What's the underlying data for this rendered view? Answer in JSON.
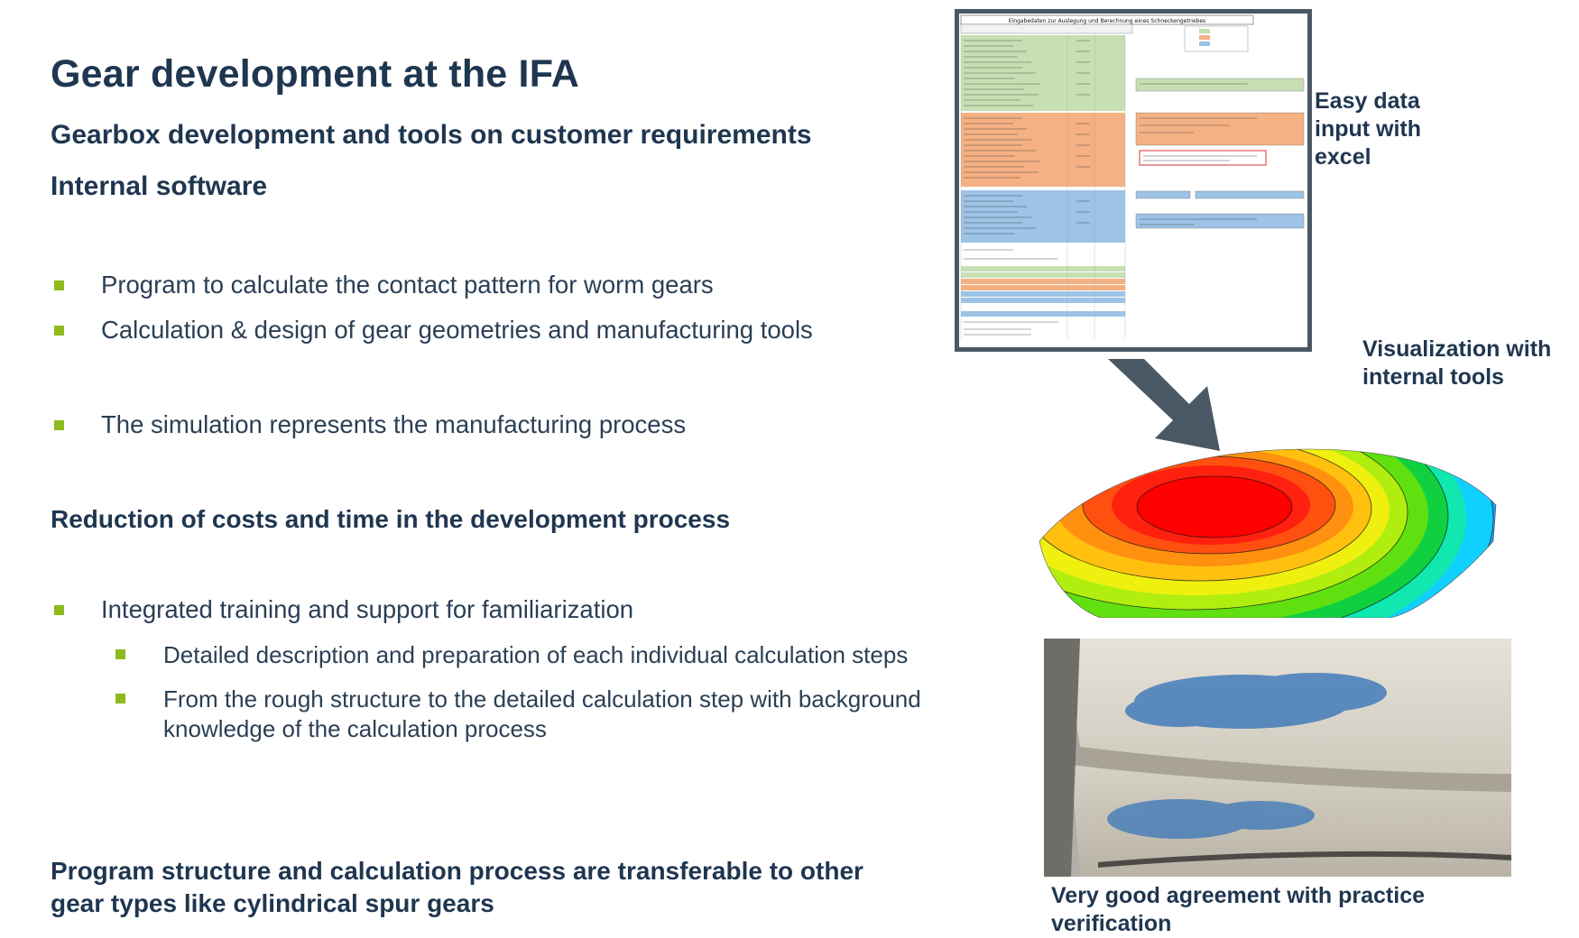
{
  "slide": {
    "title": "Gear development at the IFA",
    "subtitle1": "Gearbox development and tools on customer requirements",
    "subtitle2": "Internal software",
    "bullets_top": [
      "Program to calculate the contact pattern for worm gears",
      "Calculation & design of gear geometries and manufacturing tools",
      "The simulation represents the manufacturing process"
    ],
    "heading_reduction": "Reduction of costs and time in the development process",
    "bullet_training": "Integrated training and support for familiarization",
    "sub_bullets": [
      "Detailed description and preparation of each individual calculation steps",
      "From the rough structure to the detailed calculation step with background knowledge of the calculation process"
    ],
    "closing_line1": "Program structure and calculation process are transferable to other",
    "closing_line2": "gear types like cylindrical spur gears"
  },
  "figures": {
    "excel_caption_lines": [
      "Easy data",
      "input with",
      "excel"
    ],
    "visualization_caption_lines": [
      "Visualization with",
      "internal tools"
    ],
    "practice_caption_lines": [
      "Very good agreement with practice",
      "verification"
    ],
    "sheet_header": "Eingabedaten zur Auslegung und Berechnung eines Schneckengetriebes",
    "colors": {
      "navy": "#1f3650",
      "bullet_green": "#8dba1f",
      "arrow_gray": "#4a5866",
      "sheet_green": "#c6e0b4",
      "sheet_orange": "#f4b183",
      "sheet_blue": "#9dc3e6"
    }
  }
}
